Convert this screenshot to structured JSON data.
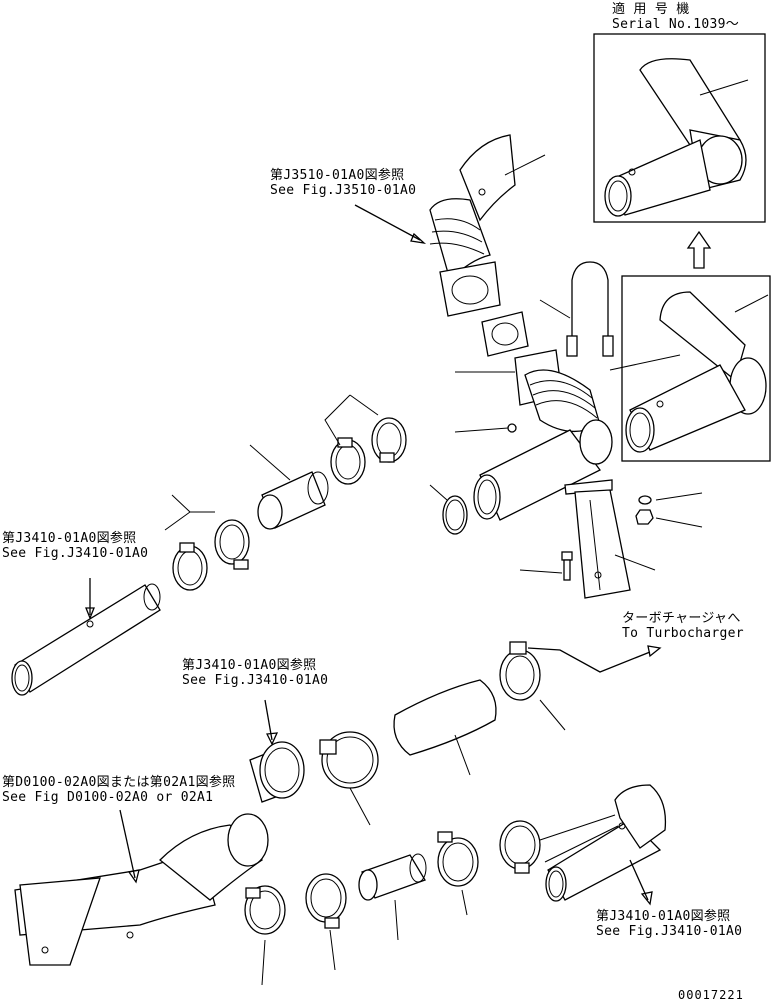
{
  "header_note": {
    "applicable_jp": "適 用 号 機",
    "serial": "Serial No.1039〜"
  },
  "references": [
    {
      "id": "ref-j3510",
      "jp": "第J3510-01A0図参照",
      "en": "See Fig.J3510-01A0"
    },
    {
      "id": "ref-j3410-left",
      "jp": "第J3410-01A0図参照",
      "en": "See Fig.J3410-01A0"
    },
    {
      "id": "ref-j3410-mid",
      "jp": "第J3410-01A0図参照",
      "en": "See Fig.J3410-01A0"
    },
    {
      "id": "ref-d0100",
      "jp": "第D0100-02A0図または第02A1図参照",
      "en": "See Fig D0100-02A0 or 02A1"
    },
    {
      "id": "ref-j3410-bottom",
      "jp": "第J3410-01A0図参照",
      "en": "See Fig.J3410-01A0"
    }
  ],
  "turbo": {
    "jp": "ターボチャージャへ",
    "en": "To Turbocharger"
  },
  "drawing_number": "00017221"
}
